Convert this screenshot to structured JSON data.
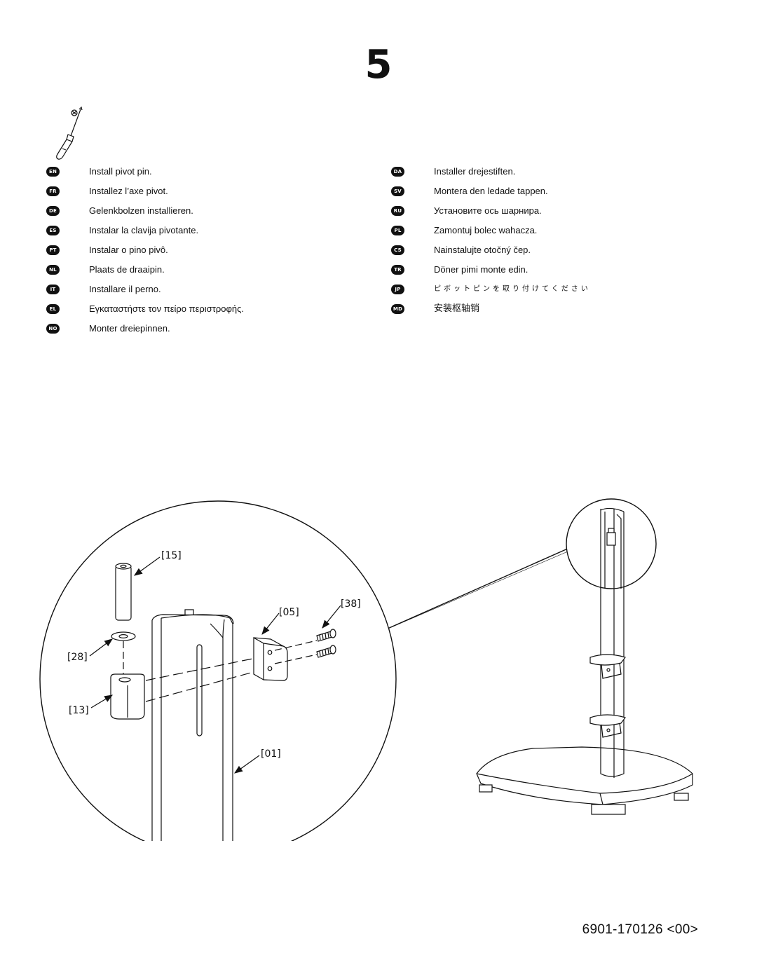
{
  "step_number": "5",
  "tool_icon": "screwdriver-icon",
  "instructions_left": [
    {
      "code": "EN",
      "text": "Install pivot pin."
    },
    {
      "code": "FR",
      "text": "Installez l’axe pivot."
    },
    {
      "code": "DE",
      "text": "Gelenkbolzen installieren."
    },
    {
      "code": "ES",
      "text": "Instalar la clavija pivotante."
    },
    {
      "code": "PT",
      "text": "Instalar o pino pivô."
    },
    {
      "code": "NL",
      "text": "Plaats de draaipin."
    },
    {
      "code": "IT",
      "text": "Installare il perno."
    },
    {
      "code": "EL",
      "text": "Εγκαταστήστε τον πείρο περιστροφής."
    },
    {
      "code": "NO",
      "text": "Monter dreiepinnen."
    }
  ],
  "instructions_right": [
    {
      "code": "DA",
      "text": "Installer drejestiften."
    },
    {
      "code": "SV",
      "text": "Montera den ledade tappen."
    },
    {
      "code": "RU",
      "text": "Установите ось шарнира."
    },
    {
      "code": "PL",
      "text": "Zamontuj bolec wahacza."
    },
    {
      "code": "CS",
      "text": "Nainstalujte otočný čep."
    },
    {
      "code": "TR",
      "text": "Döner pimi monte edin."
    },
    {
      "code": "JP",
      "text": "ピボットピンを取り付けてください"
    },
    {
      "code": "MD",
      "text": "安装枢轴销"
    }
  ],
  "part_labels": {
    "p15": "[15]",
    "p05": "[05]",
    "p38": "[38]",
    "p28": "[28]",
    "p13": "[13]",
    "p01": "[01]"
  },
  "footer_code": "6901-170126 <00>"
}
